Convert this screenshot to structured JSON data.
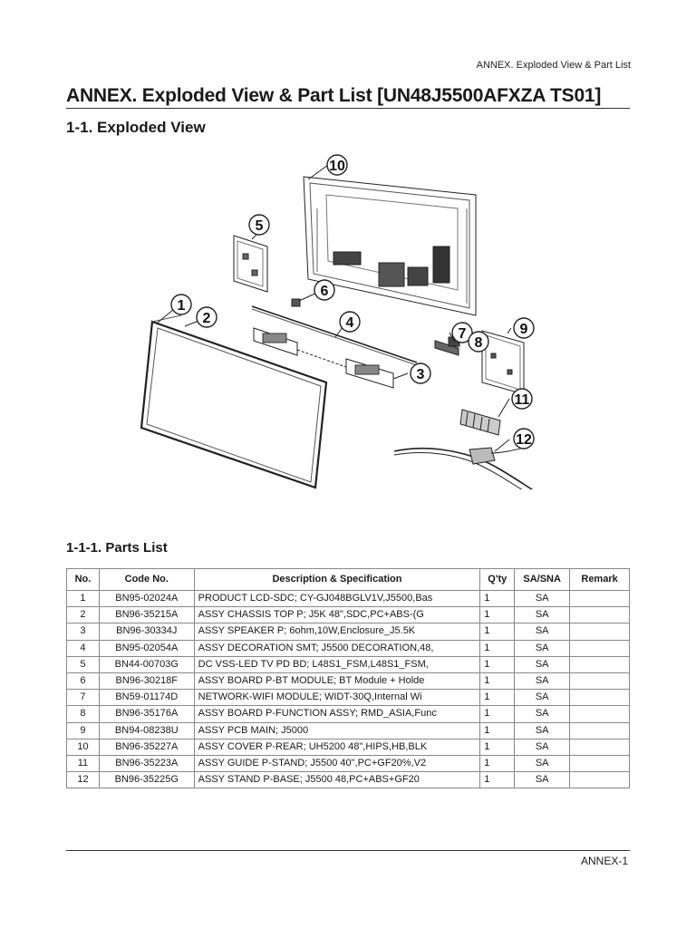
{
  "header": {
    "running_title": "ANNEX. Exploded View & Part List",
    "doc_title": "ANNEX. Exploded View & Part List [UN48J5500AFXZA TS01]"
  },
  "section": {
    "heading": "1-1. Exploded View"
  },
  "diagram": {
    "callouts": [
      "10",
      "5",
      "6",
      "1",
      "2",
      "4",
      "7",
      "8",
      "9",
      "3",
      "11",
      "12"
    ]
  },
  "parts_list": {
    "heading": "1-1-1. Parts List",
    "columns": [
      "No.",
      "Code No.",
      "Description & Specification",
      "Q'ty",
      "SA/SNA",
      "Remark"
    ],
    "rows": [
      {
        "no": "1",
        "code": "BN95-02024A",
        "desc": "PRODUCT LCD-SDC; CY-GJ048BGLV1V,J5500,Bas",
        "qty": "1",
        "sa": "SA",
        "remark": ""
      },
      {
        "no": "2",
        "code": "BN96-35215A",
        "desc": "ASSY CHASSIS TOP P; J5K 48\",SDC,PC+ABS-(G",
        "qty": "1",
        "sa": "SA",
        "remark": ""
      },
      {
        "no": "3",
        "code": "BN96-30334J",
        "desc": "ASSY SPEAKER P; 6ohm,10W,Enclosure_J5.5K",
        "qty": "1",
        "sa": "SA",
        "remark": ""
      },
      {
        "no": "4",
        "code": "BN95-02054A",
        "desc": "ASSY DECORATION SMT; J5500 DECORATION,48,",
        "qty": "1",
        "sa": "SA",
        "remark": ""
      },
      {
        "no": "5",
        "code": "BN44-00703G",
        "desc": "DC VSS-LED TV PD BD; L48S1_FSM,L48S1_FSM,",
        "qty": "1",
        "sa": "SA",
        "remark": ""
      },
      {
        "no": "6",
        "code": "BN96-30218F",
        "desc": "ASSY BOARD P-BT MODULE; BT Module + Holde",
        "qty": "1",
        "sa": "SA",
        "remark": ""
      },
      {
        "no": "7",
        "code": "BN59-01174D",
        "desc": "NETWORK-WIFI MODULE; WIDT-30Q,Internal Wi",
        "qty": "1",
        "sa": "SA",
        "remark": ""
      },
      {
        "no": "8",
        "code": "BN96-35176A",
        "desc": "ASSY BOARD P-FUNCTION ASSY; RMD_ASIA,Func",
        "qty": "1",
        "sa": "SA",
        "remark": ""
      },
      {
        "no": "9",
        "code": "BN94-08238U",
        "desc": "ASSY PCB MAIN; J5000",
        "qty": "1",
        "sa": "SA",
        "remark": ""
      },
      {
        "no": "10",
        "code": "BN96-35227A",
        "desc": "ASSY COVER P-REAR; UH5200 48\",HIPS,HB,BLK",
        "qty": "1",
        "sa": "SA",
        "remark": ""
      },
      {
        "no": "11",
        "code": "BN96-35223A",
        "desc": "ASSY GUIDE P-STAND; J5500 40\",PC+GF20%,V2",
        "qty": "1",
        "sa": "SA",
        "remark": ""
      },
      {
        "no": "12",
        "code": "BN96-35225G",
        "desc": "ASSY STAND P-BASE; J5500 48,PC+ABS+GF20",
        "qty": "1",
        "sa": "SA",
        "remark": ""
      }
    ]
  },
  "footer": {
    "page_number": "ANNEX-1"
  }
}
